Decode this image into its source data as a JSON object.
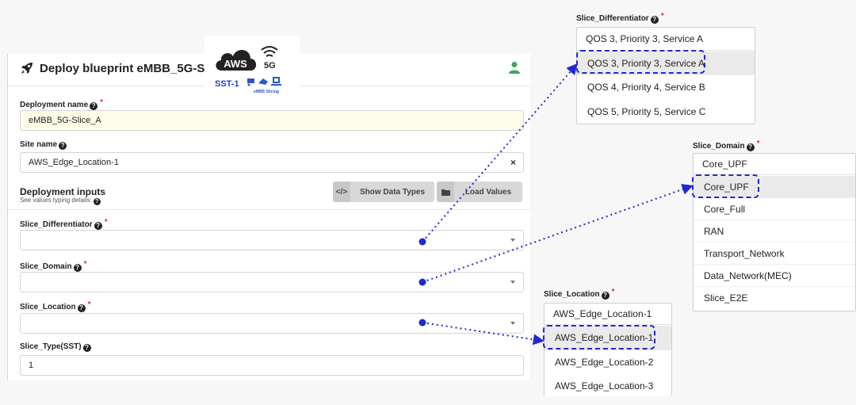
{
  "header": {
    "title": "Deploy blueprint eMBB_5G-Slice"
  },
  "logo": {
    "cloud_text": "AWS",
    "network_text": "5G",
    "sst_text": "SST-1",
    "caption": "eMBB Slicing"
  },
  "form": {
    "deployment_name": {
      "label": "Deployment name",
      "value": "eMBB_5G-Slice_A"
    },
    "site_name": {
      "label": "Site name",
      "value": "AWS_Edge_Location-1",
      "clear": "×"
    },
    "deployment_inputs": {
      "title": "Deployment inputs",
      "note": "See values typing details:",
      "show_types": "Show Data Types",
      "load_values": "Load Values"
    },
    "slice_differentiator": {
      "label": "Slice_Differentiator",
      "value": ""
    },
    "slice_domain": {
      "label": "Slice_Domain",
      "value": ""
    },
    "slice_location": {
      "label": "Slice_Location",
      "value": ""
    },
    "slice_type": {
      "label": "Slice_Type(SST)",
      "value": "1"
    }
  },
  "popups": {
    "differentiator": {
      "label": "Slice_Differentiator",
      "current": "QOS 3, Priority 3, Service A",
      "options": [
        "QOS 3, Priority 3, Service A",
        "QOS 4, Priority 4, Service B",
        "QOS 5, Priority 5, Service C"
      ]
    },
    "domain": {
      "label": "Slice_Domain",
      "current": "Core_UPF",
      "options": [
        "Core_UPF",
        "Core_Full",
        "RAN",
        "Transport_Network",
        "Data_Network(MEC)",
        "Slice_E2E"
      ]
    },
    "location": {
      "label": "Slice_Location",
      "current": "AWS_Edge_Location-1",
      "options": [
        "AWS_Edge_Location-1",
        "AWS_Edge_Location-2",
        "AWS_Edge_Location-3"
      ]
    }
  },
  "colors": {
    "accent": "#1f27d6",
    "user_icon": "#3aa757",
    "required": "#dd3333"
  },
  "icons": {
    "title": "rocket-icon",
    "user": "user-icon",
    "help": "question-circle-icon",
    "code": "code-icon",
    "folder": "folder-icon"
  }
}
